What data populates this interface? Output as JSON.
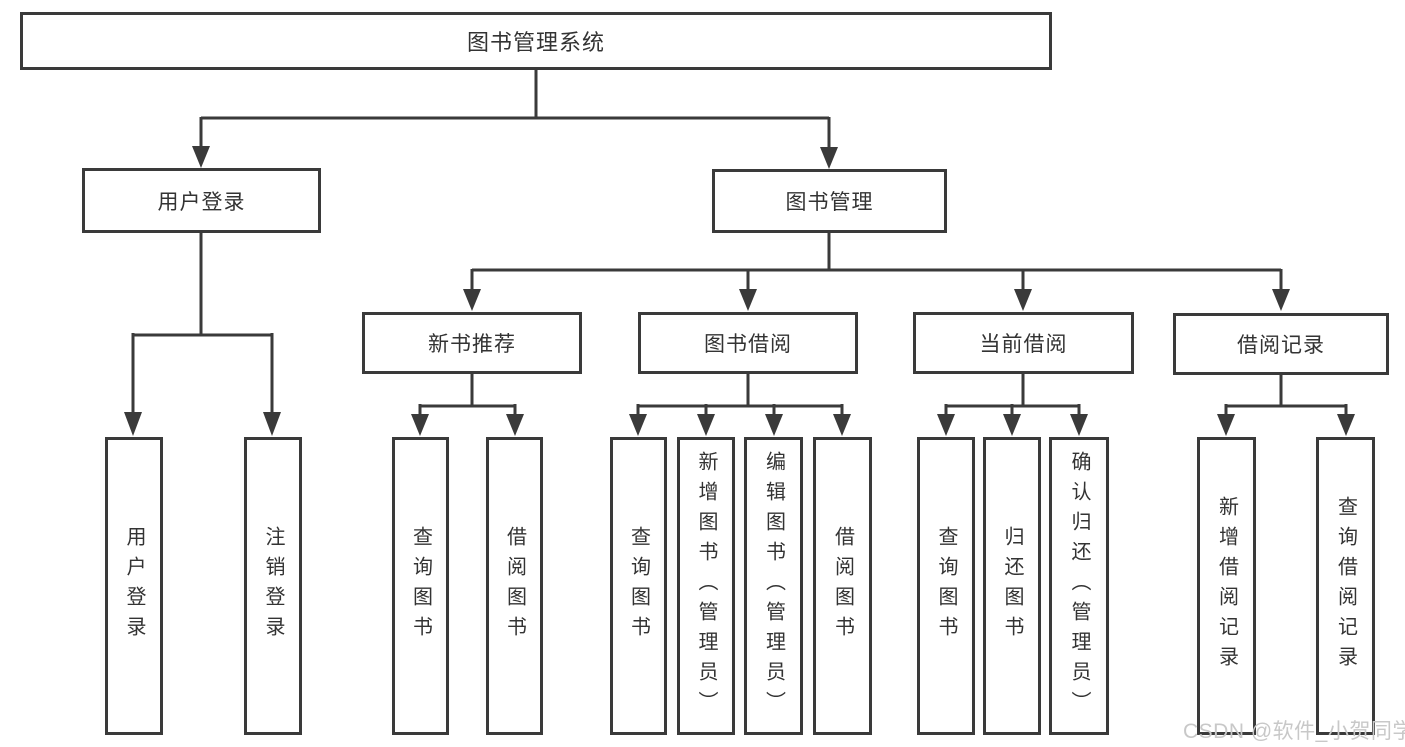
{
  "nodes": {
    "root": {
      "label": "图书管理系统"
    },
    "level2": [
      {
        "label": "用户登录"
      },
      {
        "label": "图书管理"
      }
    ],
    "level3": [
      {
        "label": "新书推荐"
      },
      {
        "label": "图书借阅"
      },
      {
        "label": "当前借阅"
      },
      {
        "label": "借阅记录"
      }
    ],
    "leaves": [
      {
        "label": "用户登录"
      },
      {
        "label": "注销登录"
      },
      {
        "label": "查询图书"
      },
      {
        "label": "借阅图书"
      },
      {
        "label": "查询图书"
      },
      {
        "label": "新增图书（管理员）"
      },
      {
        "label": "编辑图书（管理员）"
      },
      {
        "label": "借阅图书"
      },
      {
        "label": "查询图书"
      },
      {
        "label": "归还图书"
      },
      {
        "label": "确认归还（管理员）"
      },
      {
        "label": "新增借阅记录"
      },
      {
        "label": "查询借阅记录"
      }
    ]
  },
  "watermark": {
    "text": "CSDN @软件_小贺同学"
  },
  "colors": {
    "line": "#3a3a3a",
    "box_border": "#3a3a3a",
    "box_fill": "#ffffff",
    "text": "#333333",
    "background": "#ffffff",
    "watermark": "#c8c8c8"
  }
}
